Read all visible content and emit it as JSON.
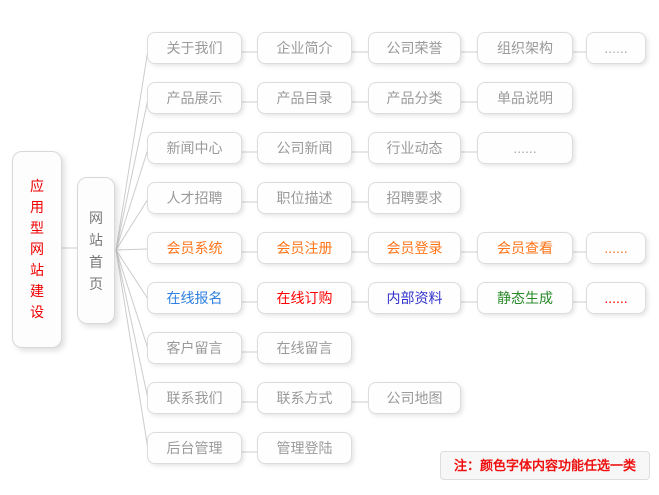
{
  "root": {
    "label": "应用型网站建设",
    "color": "#f00000"
  },
  "hub": {
    "label": "网站首页",
    "color": "#777777"
  },
  "rows": [
    {
      "items": [
        {
          "label": "关于我们",
          "color": "#9a9a9a"
        },
        {
          "label": "企业简介",
          "color": "#9a9a9a"
        },
        {
          "label": "公司荣誉",
          "color": "#9a9a9a"
        },
        {
          "label": "组织架构",
          "color": "#9a9a9a"
        },
        {
          "label": "......",
          "color": "#aaaaaa"
        }
      ]
    },
    {
      "items": [
        {
          "label": "产品展示",
          "color": "#9a9a9a"
        },
        {
          "label": "产品目录",
          "color": "#9a9a9a"
        },
        {
          "label": "产品分类",
          "color": "#9a9a9a"
        },
        {
          "label": "单品说明",
          "color": "#9a9a9a"
        }
      ]
    },
    {
      "items": [
        {
          "label": "新闻中心",
          "color": "#9a9a9a"
        },
        {
          "label": "公司新闻",
          "color": "#9a9a9a"
        },
        {
          "label": "行业动态",
          "color": "#9a9a9a"
        },
        {
          "label": "......",
          "color": "#aaaaaa"
        }
      ]
    },
    {
      "items": [
        {
          "label": "人才招聘",
          "color": "#9a9a9a"
        },
        {
          "label": "职位描述",
          "color": "#9a9a9a"
        },
        {
          "label": "招聘要求",
          "color": "#9a9a9a"
        }
      ]
    },
    {
      "items": [
        {
          "label": "会员系统",
          "color": "#ff7519"
        },
        {
          "label": "会员注册",
          "color": "#ff7519"
        },
        {
          "label": "会员登录",
          "color": "#ff7519"
        },
        {
          "label": "会员查看",
          "color": "#ff7519"
        },
        {
          "label": "......",
          "color": "#ff7519"
        }
      ]
    },
    {
      "items": [
        {
          "label": "在线报名",
          "color": "#2f80e0"
        },
        {
          "label": "在线订购",
          "color": "#ff0000"
        },
        {
          "label": "内部资料",
          "color": "#3333cc"
        },
        {
          "label": "静态生成",
          "color": "#2a8a2a"
        },
        {
          "label": "......",
          "color": "#ff0000"
        }
      ]
    },
    {
      "items": [
        {
          "label": "客户留言",
          "color": "#9a9a9a"
        },
        {
          "label": "在线留言",
          "color": "#9a9a9a"
        }
      ]
    },
    {
      "items": [
        {
          "label": "联系我们",
          "color": "#9a9a9a"
        },
        {
          "label": "联系方式",
          "color": "#9a9a9a"
        },
        {
          "label": "公司地图",
          "color": "#9a9a9a"
        }
      ]
    },
    {
      "items": [
        {
          "label": "后台管理",
          "color": "#9a9a9a"
        },
        {
          "label": "管理登陆",
          "color": "#9a9a9a"
        }
      ]
    }
  ],
  "note": {
    "label": "注：颜色字体内容功能任选一类",
    "color": "#ee1111"
  },
  "colors": {
    "line": "#cccccc",
    "border": "#dcdcdc"
  }
}
